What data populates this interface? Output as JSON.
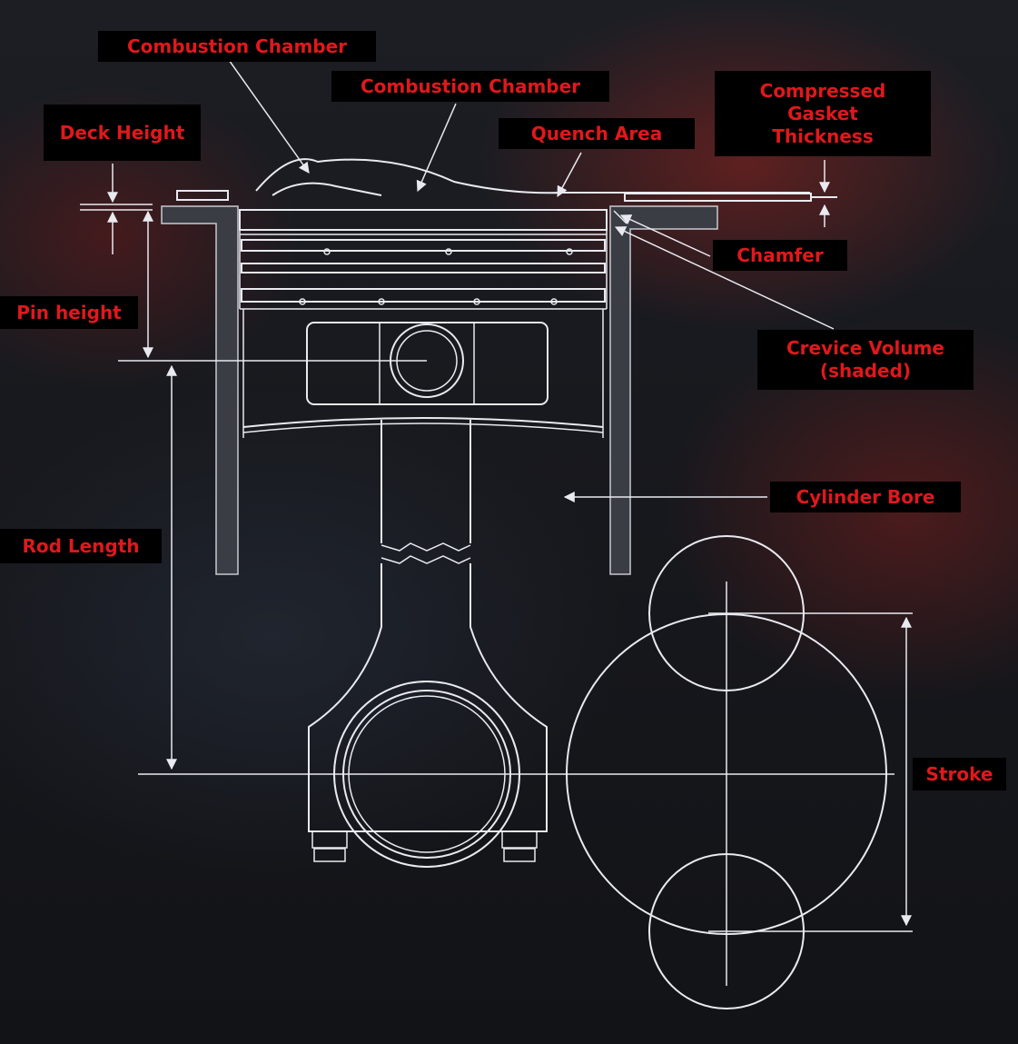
{
  "labels": {
    "combustion_chamber_1": "Combustion Chamber",
    "combustion_chamber_2": "Combustion Chamber",
    "deck_height": "Deck Height",
    "quench_area": "Quench Area",
    "compressed_gasket": "Compressed\nGasket\nThickness",
    "chamfer": "Chamfer",
    "pin_height": "Pin height",
    "crevice_volume": "Crevice Volume\n(shaded)",
    "cylinder_bore": "Cylinder Bore",
    "rod_length": "Rod Length",
    "stroke": "Stroke"
  },
  "colors": {
    "label_text": "#e0181c",
    "label_background": "#000000",
    "line_art": "#e8eaf0"
  }
}
